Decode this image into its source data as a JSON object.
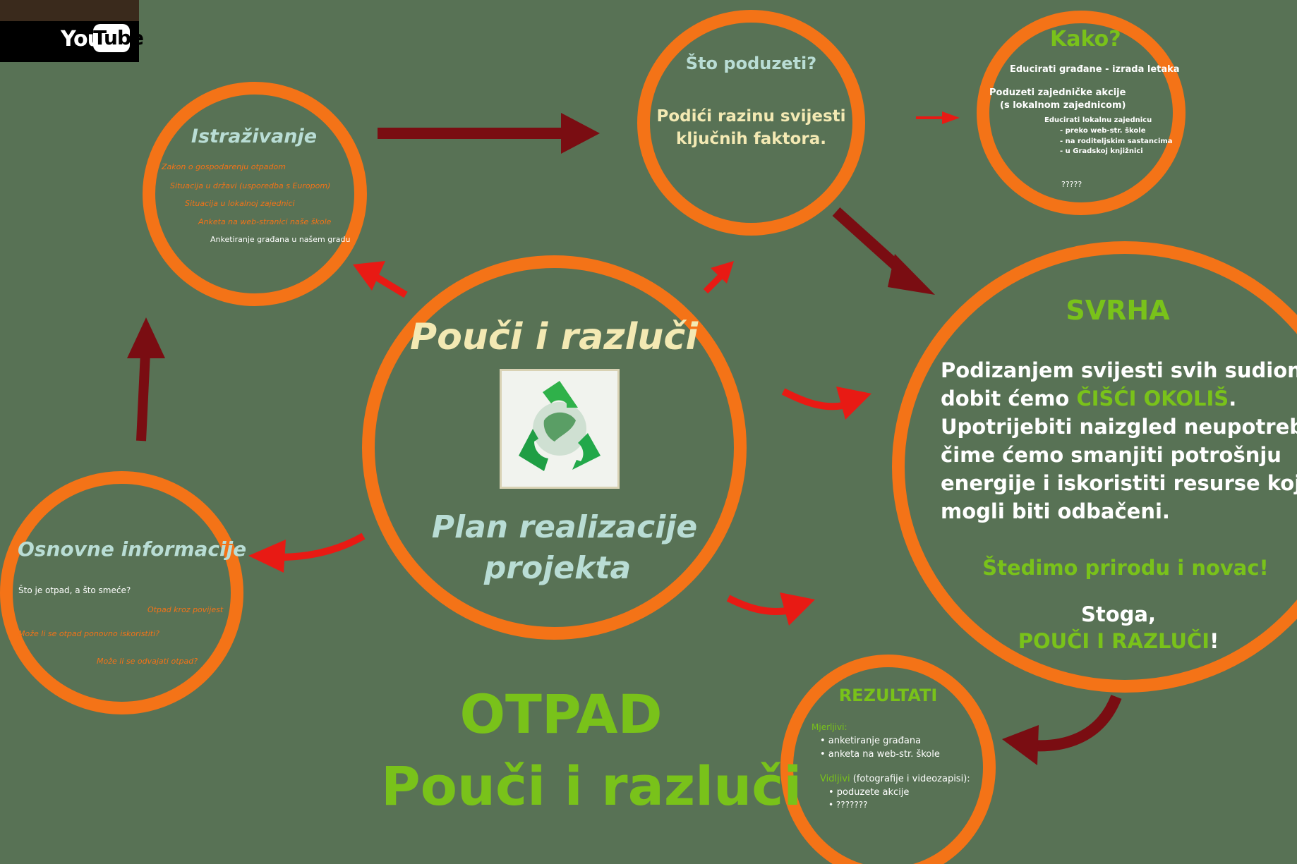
{
  "youtube": {
    "you": "You",
    "tube": "Tube"
  },
  "center": {
    "title": "Pouči i razluči",
    "subtitle_line1": "Plan realizacije",
    "subtitle_line2": "projekta"
  },
  "istrazivanje": {
    "title": "Istraživanje",
    "items": [
      "Zakon o gospodarenju otpadom",
      "Situacija u državi (usporedba s Europom)",
      "Situacija u lokalnoj zajednici",
      "Anketa na web-stranici naše škole",
      "Anketiranje građana u našem gradu"
    ]
  },
  "osnovne": {
    "title": "Osnovne informacije",
    "items": [
      "Što je otpad, a što smeće?",
      "Otpad kroz povijest",
      "Može li se otpad ponovno iskoristiti?",
      "Može li se odvajati otpad?"
    ]
  },
  "sto_poduzeti": {
    "title": "Što poduzeti?",
    "line1": "Podići razinu svijesti",
    "line2": "ključnih faktora."
  },
  "kako": {
    "title": "Kako?",
    "line1": "Educirati građane - izrada letaka",
    "line2": "Poduzeti zajedničke akcije",
    "line3": "(s lokalnom zajednicom)",
    "line4": "Educirati lokalnu zajednicu",
    "line5": "- preko web-str. škole",
    "line6": "- na roditeljskim sastancima",
    "line7": "- u Gradskoj knjižnici",
    "line8": "?????"
  },
  "svrha": {
    "title": "SVRHA",
    "l1": "Podizanjem svijesti svih sudionika -",
    "l2a": "dobit ćemo ",
    "l2b": "ČIŠĆI OKOLIŠ",
    "l2c": ".",
    "l3": "Upotrijebiti naizgled neupotrebljivo",
    "l4": "čime ćemo smanjiti potrošnju",
    "l5": "energije i iskoristiti resurse koji su",
    "l6": "mogli biti odbačeni.",
    "slogan": "Štedimo prirodu i novac!",
    "stoga": "Stoga,",
    "final": "POUČI I RAZLUČI",
    "excl": "!"
  },
  "rezultati": {
    "title": "REZULTATI",
    "mjerljivi": "Mjerljivi:",
    "m1": "• anketiranje građana",
    "m2": "• anketa na web-str. škole",
    "vidljivi": "Vidljivi",
    "vidljivi_rest": " (fotografije i videozapisi):",
    "v1": "•  poduzete akcije",
    "v2": "• ???????"
  },
  "bottom": {
    "line1": "OTPAD",
    "line2": "Pouči i razluči"
  },
  "colors": {
    "background": "#587255",
    "orange": "#f47317",
    "green": "#79c21a",
    "dark_red": "#7a0d12",
    "red": "#e81a14"
  }
}
